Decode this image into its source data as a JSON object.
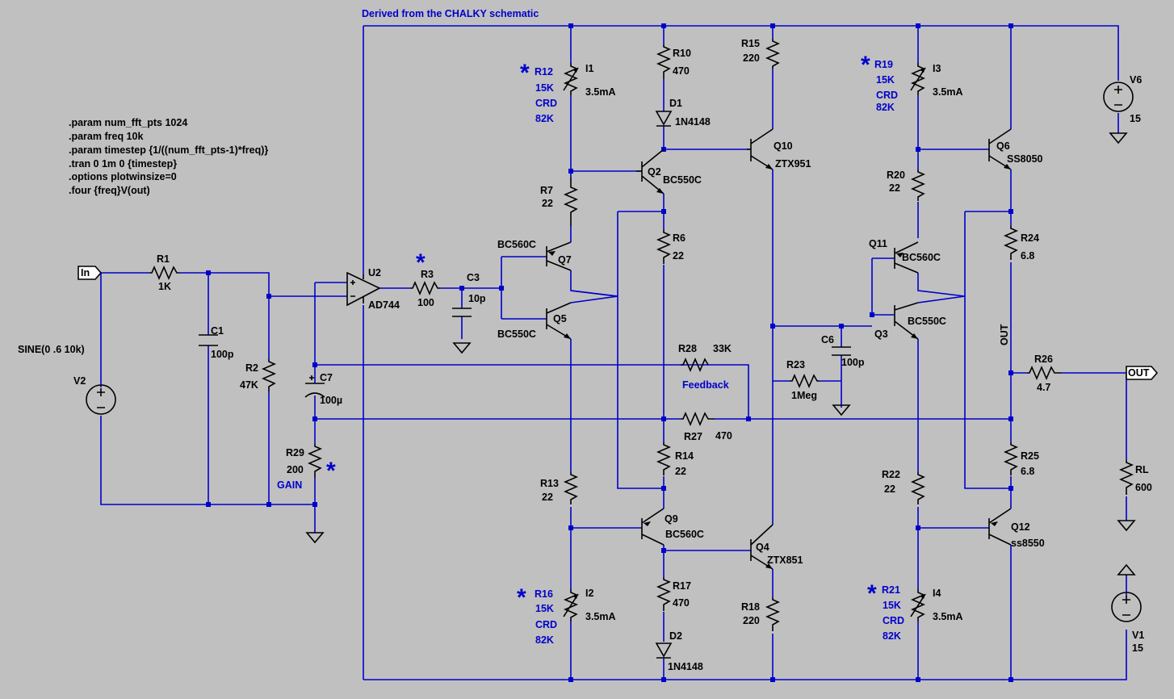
{
  "title": "Derived from the CHALKY schematic",
  "directives": [
    ".param num_fft_pts 1024",
    ".param freq 10k",
    ".param timestep {1/((num_fft_pts-1)*freq)}",
    ".tran 0 1m 0 {timestep}",
    ".options plotwinsize=0",
    ".four {freq}V(out)"
  ],
  "source": "SINE(0 .6 10k)",
  "labels": {
    "V2": "V2",
    "V6": "V6",
    "V6v": "15",
    "V1": "V1",
    "V1v": "15",
    "In": "In",
    "OUT_port": "OUT",
    "OUT_net": "OUT",
    "R1": "R1",
    "R1v": "1K",
    "C1": "C1",
    "C1v": "100p",
    "R2": "R2",
    "R2v": "47K",
    "C7": "C7",
    "C7v": "100µ",
    "R29": "R29",
    "R29v": "200",
    "gain": "GAIN",
    "U2": "U2",
    "U2v": "AD744",
    "R3": "R3",
    "R3v": "100",
    "C3": "C3",
    "C3v": "10p",
    "R12": "R12",
    "R12v": "15K",
    "R12c": "CRD",
    "R12d": "82K",
    "I1": "I1",
    "I1v": "3.5mA",
    "R10": "R10",
    "R10v": "470",
    "D1": "D1",
    "D1v": "1N4148",
    "R15": "R15",
    "R15v": "220",
    "Q10": "Q10",
    "Q10v": "ZTX951",
    "Q2": "Q2",
    "Q2v": "BC550C",
    "R7": "R7",
    "R7v": "22",
    "Q7": "Q7",
    "Q7v": "BC560C",
    "Q5": "Q5",
    "Q5v": "BC550C",
    "R6": "R6",
    "R6v": "22",
    "R28": "R28",
    "R28v": "33K",
    "fb": "Feedback",
    "R27": "R27",
    "R27v": "470",
    "R14": "R14",
    "R14v": "22",
    "R13": "R13",
    "R13v": "22",
    "Q9": "Q9",
    "Q9v": "BC560C",
    "Q4": "Q4",
    "Q4v": "ZTX851",
    "R16": "R16",
    "R16v": "15K",
    "R16c": "CRD",
    "R16d": "82K",
    "I2": "I2",
    "I2v": "3.5mA",
    "R17": "R17",
    "R17v": "470",
    "D2": "D2",
    "D2v": "1N4148",
    "R18": "R18",
    "R18v": "220",
    "R19": "R19",
    "R19v": "15K",
    "R19c": "CRD",
    "R19d": "82K",
    "I3": "I3",
    "I3v": "3.5mA",
    "Q6": "Q6",
    "Q6v": "SS8050",
    "R20": "R20",
    "R20v": "22",
    "Q11": "Q11",
    "Q11v": "BC560C",
    "Q3": "Q3",
    "Q3v": "BC550C",
    "R24": "R24",
    "R24v": "6.8",
    "C6": "C6",
    "C6v": "100p",
    "R23": "R23",
    "R23v": "1Meg",
    "R26": "R26",
    "R26v": "4.7",
    "RL": "RL",
    "RLv": "600",
    "R25": "R25",
    "R25v": "6.8",
    "R22": "R22",
    "R22v": "22",
    "Q12": "Q12",
    "Q12v": "ss8550",
    "R21": "R21",
    "R21v": "15K",
    "R21c": "CRD",
    "R21d": "82K",
    "I4": "I4",
    "I4v": "3.5mA",
    "star": "*"
  },
  "colors": {
    "background": "#c0c0c0",
    "wire": "#0000cc",
    "component": "#000000",
    "annotation": "#0000cc"
  }
}
